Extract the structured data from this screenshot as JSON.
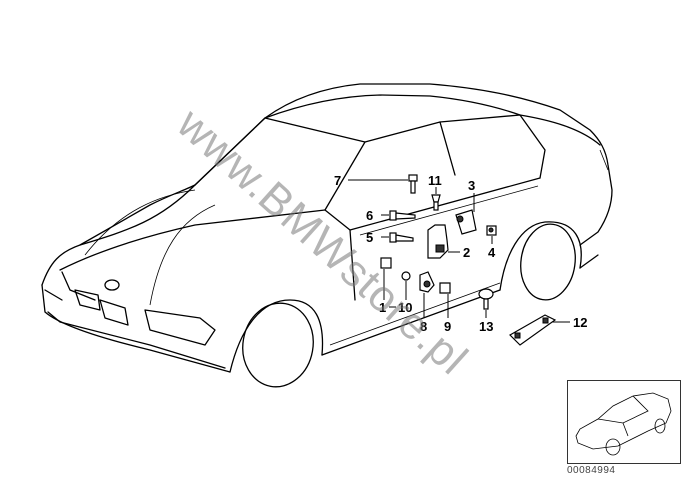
{
  "diagram": {
    "watermark": "www.BMWstore.pl",
    "image_code": "00084994",
    "part_labels": {
      "p1": "1",
      "p10": "10",
      "p2": "2",
      "p3": "3",
      "p4": "4",
      "p5": "5",
      "p6": "6",
      "p7": "7",
      "p8": "8",
      "p9": "9",
      "p11": "11",
      "p12": "12",
      "p13": "13"
    }
  }
}
